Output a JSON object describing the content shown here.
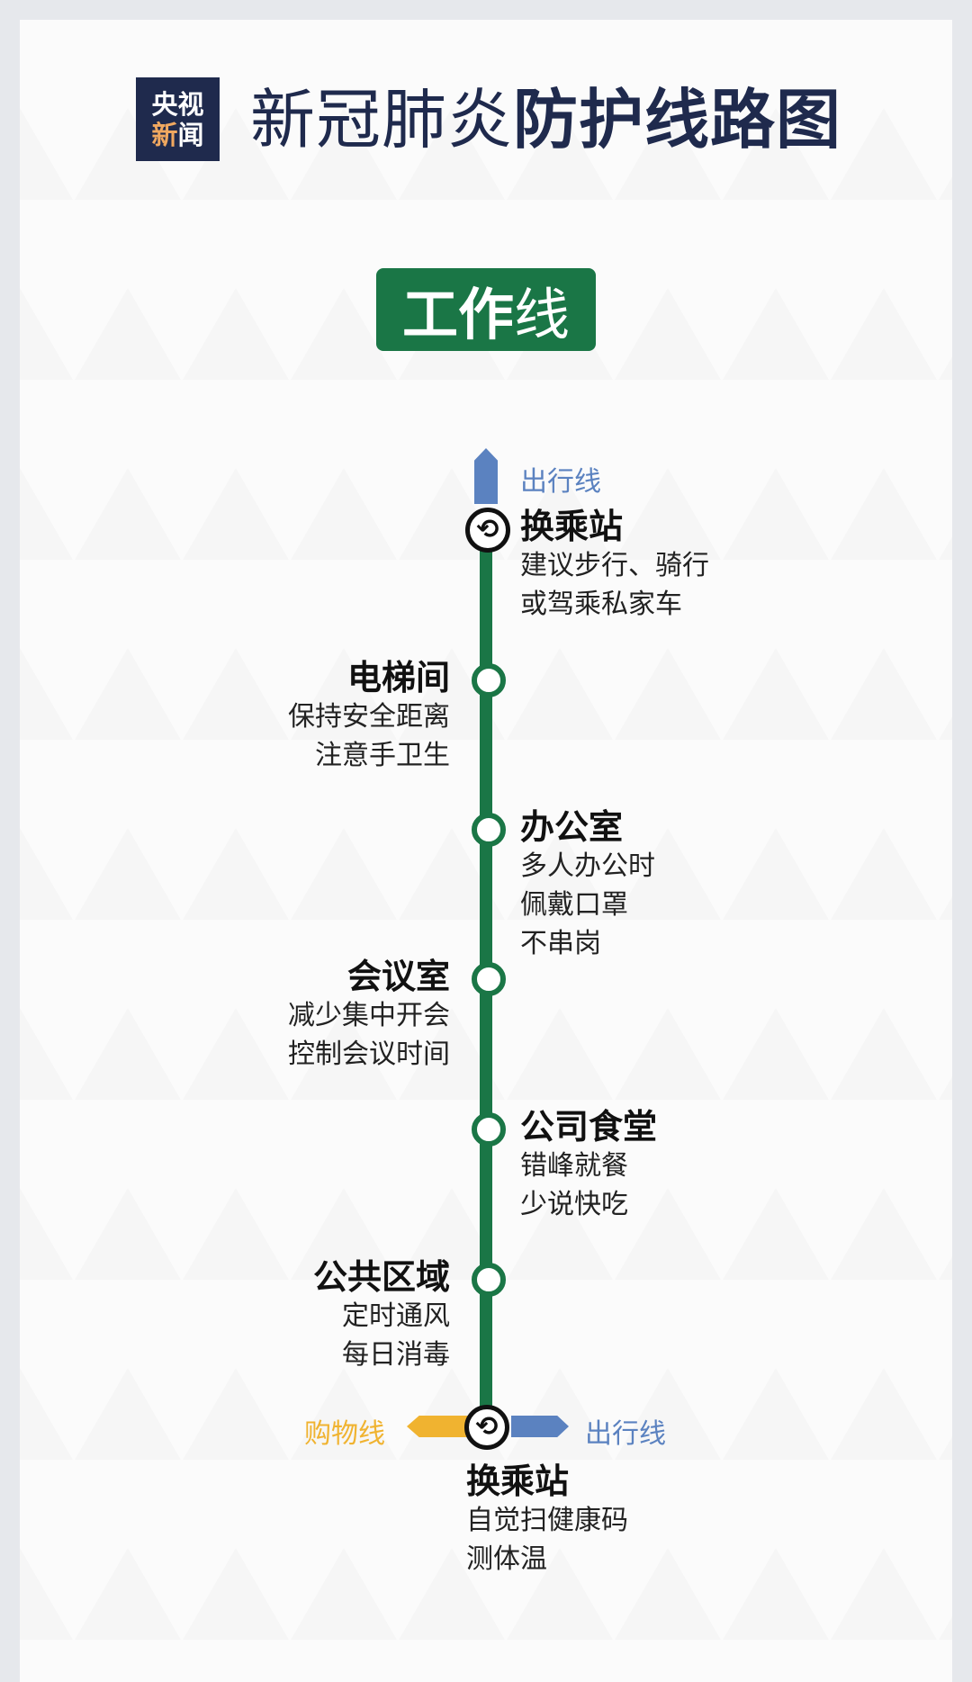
{
  "logo": {
    "line1": "央视",
    "line2a": "新",
    "line2b": "闻"
  },
  "title": {
    "part1": "新冠肺炎",
    "part2": "防护线路图"
  },
  "line_badge": {
    "bold": "工作",
    "light": "线"
  },
  "colors": {
    "work_line": "#1a7646",
    "travel_line": "#5b82c0",
    "shopping_line": "#f0b330",
    "title": "#1f2a4d"
  },
  "top_connection": {
    "label": "出行线",
    "icon": "transfer-icon"
  },
  "stations": [
    {
      "name": "换乘站",
      "desc": [
        "建议步行、骑行",
        "或驾乘私家车"
      ]
    },
    {
      "name": "电梯间",
      "desc": [
        "保持安全距离",
        "注意手卫生"
      ]
    },
    {
      "name": "办公室",
      "desc": [
        "多人办公时",
        "佩戴口罩",
        "不串岗"
      ]
    },
    {
      "name": "会议室",
      "desc": [
        "减少集中开会",
        "控制会议时间"
      ]
    },
    {
      "name": "公司食堂",
      "desc": [
        "错峰就餐",
        "少说快吃"
      ]
    },
    {
      "name": "公共区域",
      "desc": [
        "定时通风",
        "每日消毒"
      ]
    },
    {
      "name": "换乘站",
      "desc": [
        "自觉扫健康码",
        "测体温"
      ]
    }
  ],
  "bottom_connections": {
    "left": "购物线",
    "right": "出行线"
  }
}
